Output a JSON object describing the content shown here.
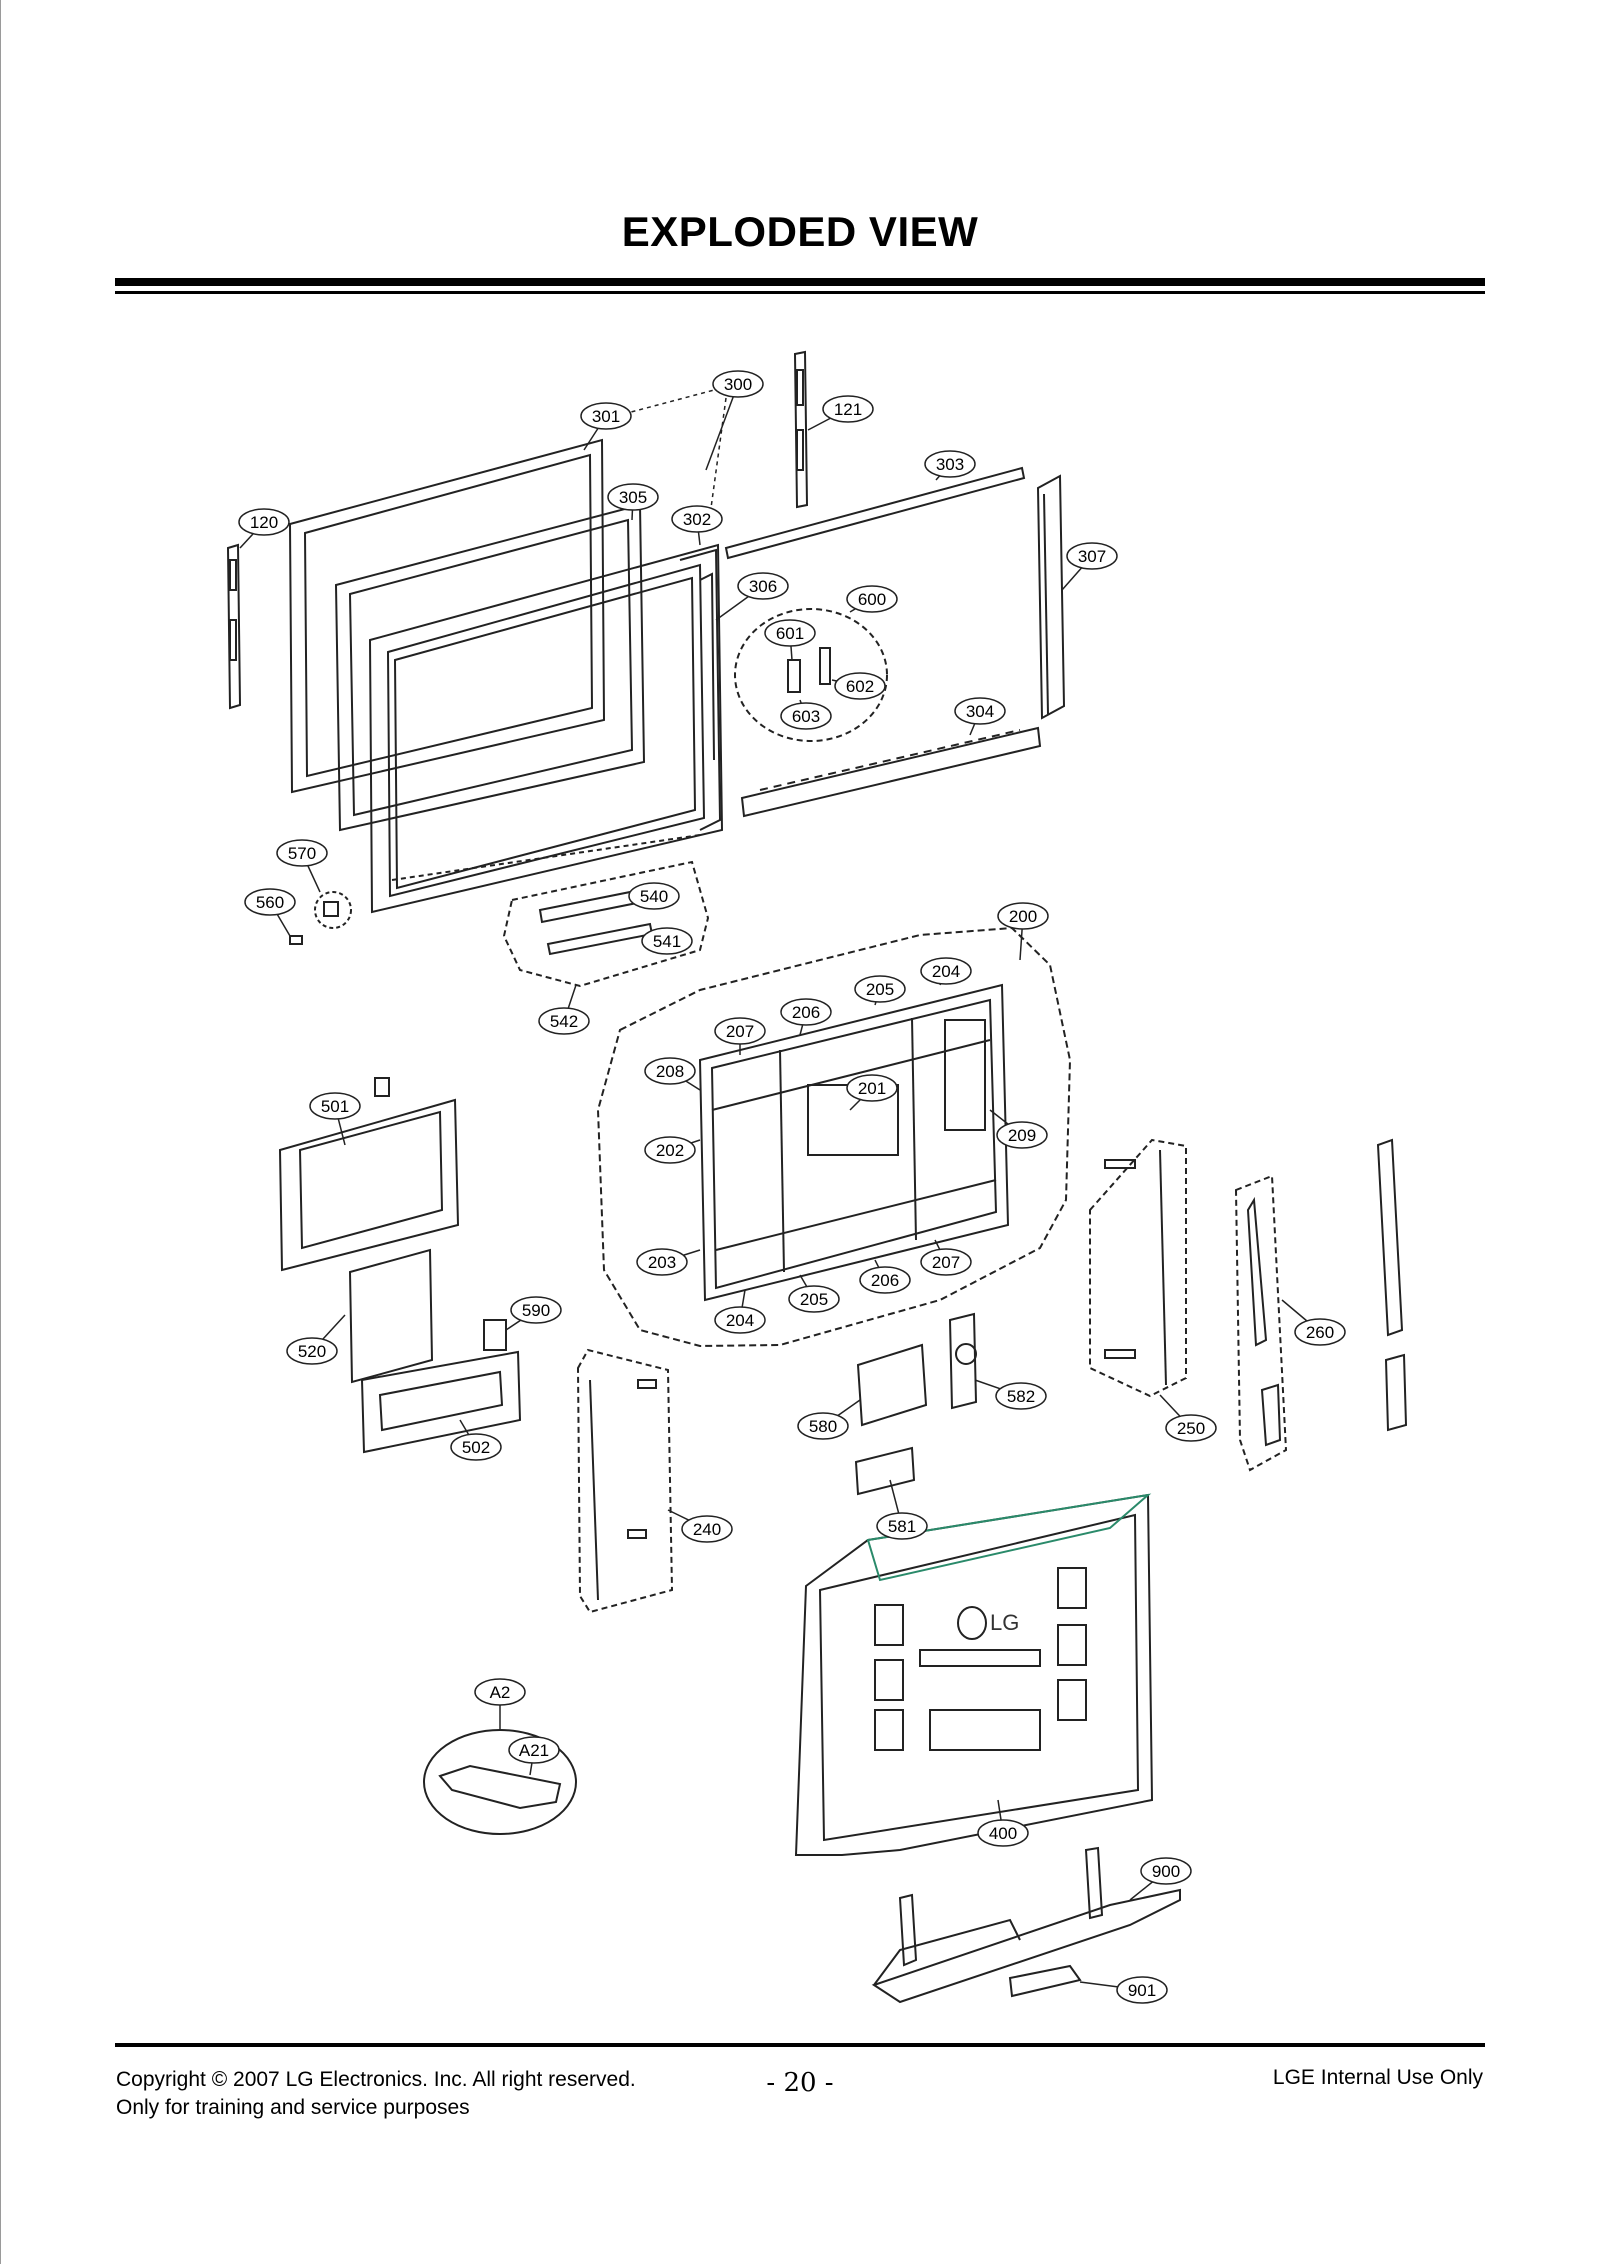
{
  "page": {
    "title": "EXPLODED VIEW",
    "page_number": "- 20 -"
  },
  "footer": {
    "copyright": "Copyright © 2007 LG Electronics. Inc. All right reserved.",
    "purpose": "Only for training and service purposes",
    "classification": "LGE Internal Use Only"
  },
  "diagram": {
    "brand_logo": "LG",
    "callouts": [
      "300",
      "301",
      "121",
      "303",
      "305",
      "302",
      "120",
      "307",
      "306",
      "600",
      "601",
      "602",
      "603",
      "304",
      "570",
      "560",
      "540",
      "541",
      "542",
      "200",
      "204",
      "205",
      "206",
      "207",
      "208",
      "201",
      "501",
      "202",
      "209",
      "203",
      "206",
      "207",
      "204",
      "205",
      "590",
      "520",
      "502",
      "580",
      "582",
      "581",
      "250",
      "260",
      "240",
      "A2",
      "A21",
      "400",
      "900",
      "901"
    ]
  }
}
